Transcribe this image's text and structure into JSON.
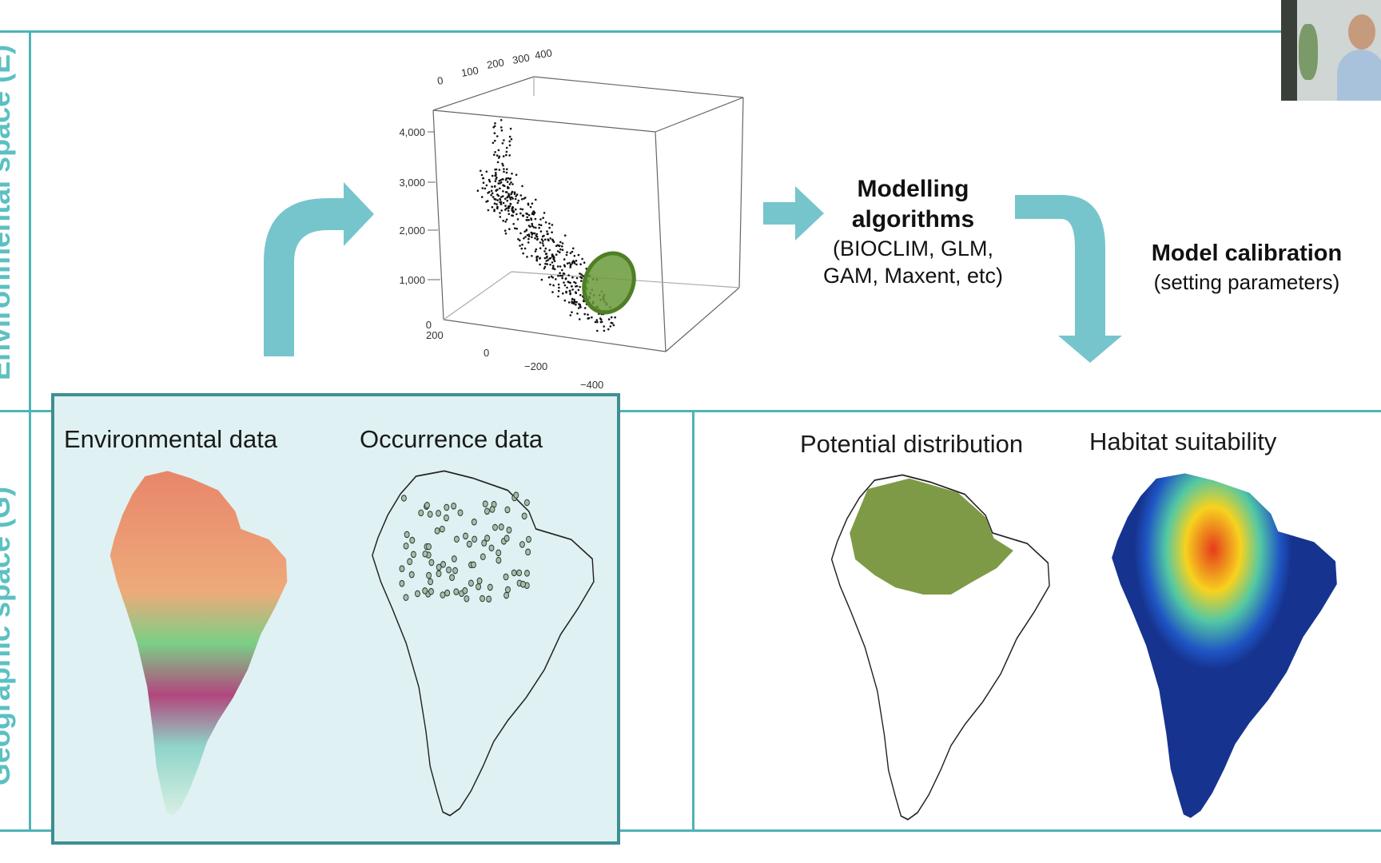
{
  "slide": {
    "side_labels": {
      "environmental": "Environmental space (E)",
      "geographic": "Geographic space (G)"
    },
    "panel_titles": {
      "environmental_data": "Environmental data",
      "occurrence_data": "Occurrence data",
      "potential_distribution": "Potential distribution",
      "habitat_suitability": "Habitat suitability"
    },
    "modelling": {
      "title_line1": "Modelling",
      "title_line2": "algorithms",
      "sub_line1": "(BIOCLIM, GLM,",
      "sub_line2": "GAM, Maxent, etc)"
    },
    "calibration": {
      "title": "Model calibration",
      "sub": "(setting parameters)"
    },
    "plot3d": {
      "z_ticks": [
        "4,000",
        "3,000",
        "2,000",
        "1,000",
        "0"
      ],
      "top_ticks": [
        "0",
        "100",
        "200",
        "300",
        "400"
      ],
      "bottom_ticks": [
        "200",
        "0",
        "−200",
        "−400"
      ]
    },
    "colors": {
      "accent_teal": "#4fb3b6",
      "arrow_fill": "#76c5cc",
      "highlight_box_bg": "#dff1f3",
      "highlight_box_border": "#3f8f8f",
      "ellipse_green": "#5a8a2e",
      "distribution_green": "#7e9a46"
    }
  }
}
